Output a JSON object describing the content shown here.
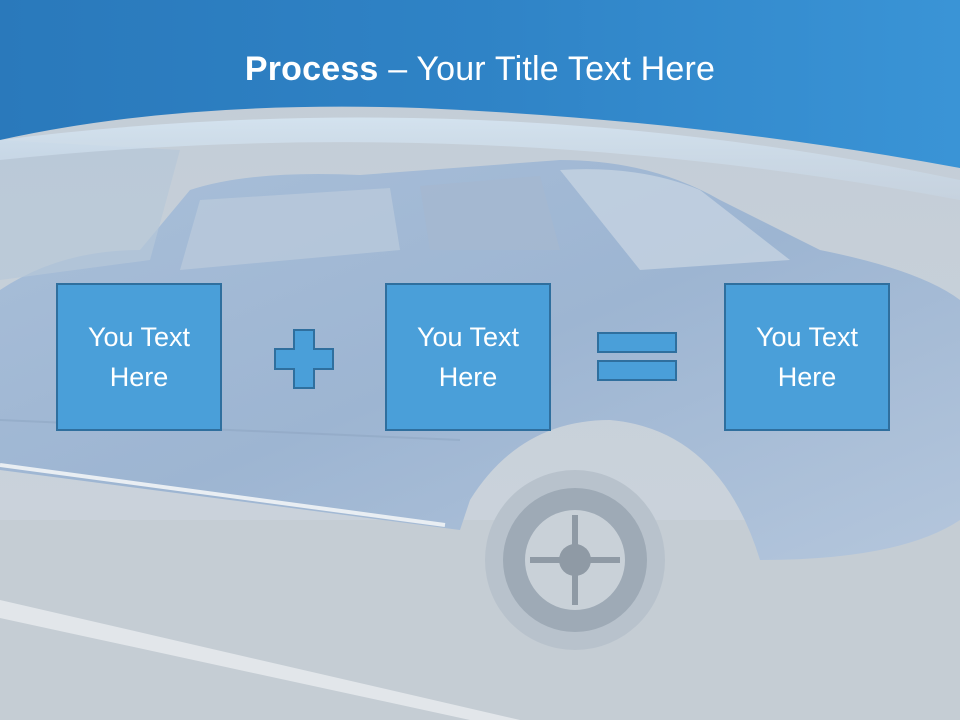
{
  "slide": {
    "title_bold": "Process",
    "title_rest": " – Your Title Text Here"
  },
  "boxes": [
    {
      "line1": "You Text",
      "line2": "Here"
    },
    {
      "line1": "You Text",
      "line2": "Here"
    },
    {
      "line1": "You Text",
      "line2": "Here"
    }
  ],
  "operators": {
    "first": "plus-icon",
    "second": "equals-icon"
  },
  "colors": {
    "header_blue": "#2f7fc1",
    "box_fill": "#4a9fd9",
    "box_border": "#2f6f9e",
    "photo_tint": "#c9d3dc"
  }
}
